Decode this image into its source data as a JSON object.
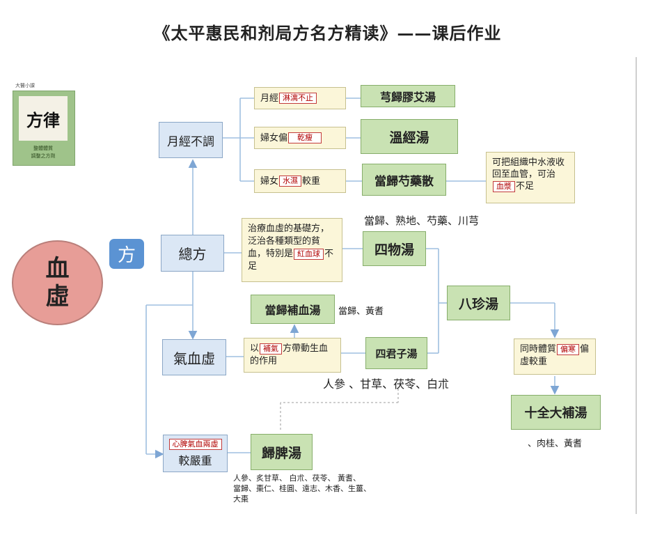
{
  "title": "《太平惠民和剂局方名方精读》——课后作业",
  "logo": {
    "tag": "大醫小課",
    "calligraphy": "方律",
    "caption_line1": "整體體質",
    "caption_line2": "調整之方劑"
  },
  "center": {
    "label1": "血",
    "label2": "虛"
  },
  "fang_tag": "方",
  "categories": {
    "yuejing": "月經不調",
    "zongfang": "總方",
    "qixuexu": "氣血虛",
    "jiaoyan": "較嚴重"
  },
  "jiaoyan_highlight": "心脾氣血兩虛",
  "notes": {
    "n1_pre": "月經",
    "n1_hl": "淋漓不止",
    "n2_pre": "婦女偏",
    "n2_hl": "乾瘦",
    "n3_pre": "婦女",
    "n3_hl": "水濕",
    "n3_post": "較重",
    "side_pre": "可把組織中水液收回至血管，可治",
    "side_hl": "血漿",
    "side_post": "不足",
    "base_pre": "治療血虛的基礎方，泛治各種類型的貧血，特別是",
    "base_hl": "紅血球",
    "base_post": "不足",
    "buqi_pre": "以",
    "buqi_hl": "補氣",
    "buqi_post": "方帶動生血的作用",
    "bazhen_pre": "同時體質",
    "bazhen_hl": "偏寒",
    "bazhen_post": "偏虛較重"
  },
  "formulas": {
    "xiongguijiaoai": "芎歸膠艾湯",
    "wenjing": "溫經湯",
    "dangguishaoyao": "當歸芍藥散",
    "siwu": "四物湯",
    "dangguibuxue": "當歸補血湯",
    "sijunzi": "四君子湯",
    "bazhen": "八珍湯",
    "shiquan": "十全大補湯",
    "guipi": "歸脾湯"
  },
  "herbs": {
    "siwu": "當歸、熟地、芍藥、川芎",
    "buxue": "當歸、黃耆",
    "sijunzi": "人參 、甘草、茯苓、白朮",
    "shiquan": "、肉桂、黃耆",
    "guipi_line1": "人參、炙甘草、 白朮、茯苓、 黃耆、",
    "guipi_line2": "當歸、棗仁、桂圓、遠志、木香、生薑、",
    "guipi_line3": "大棗"
  }
}
